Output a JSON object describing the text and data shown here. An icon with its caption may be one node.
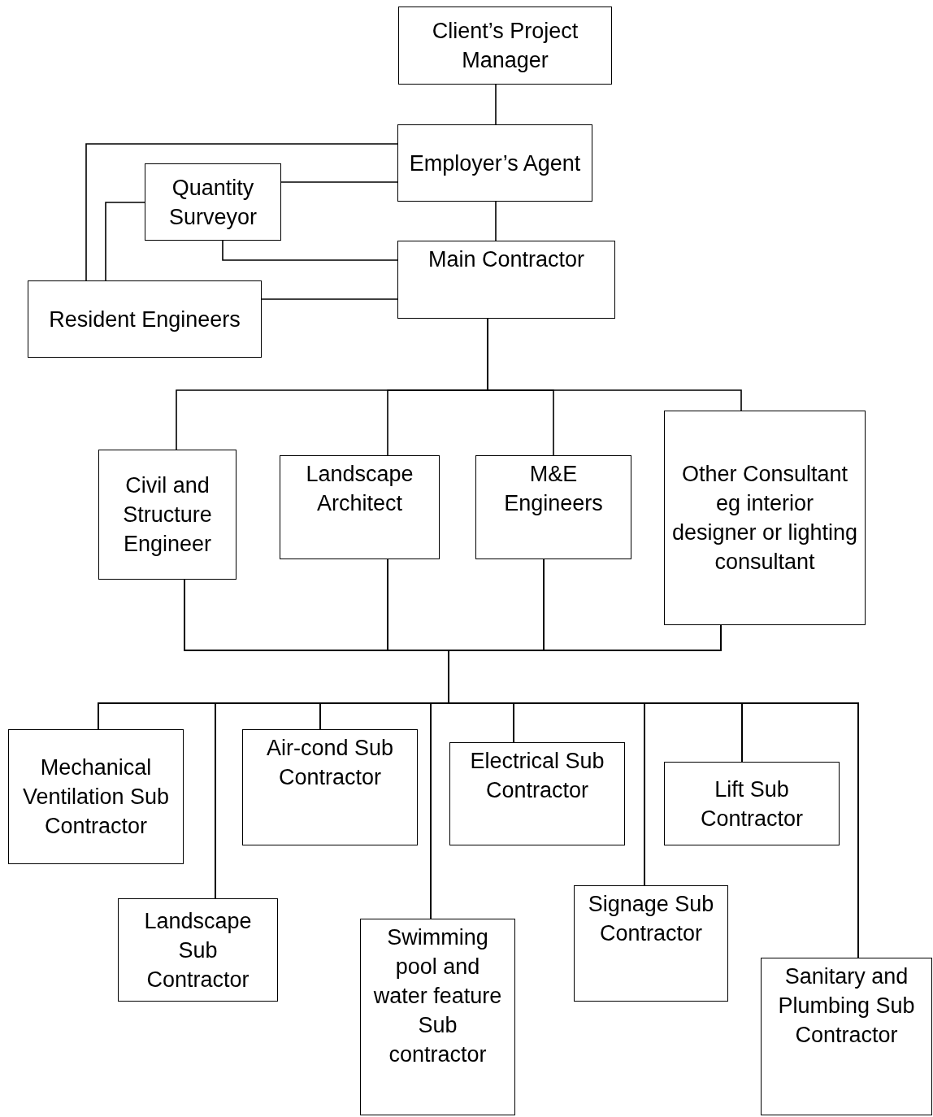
{
  "diagram": {
    "nodes": [
      {
        "text": [
          "Client’s Project Manager"
        ]
      },
      {
        "text": [
          "Employer’s Agent"
        ]
      },
      {
        "text": [
          "Quantity Surveyor"
        ]
      },
      {
        "text": [
          "Main Contractor"
        ]
      },
      {
        "text": [
          "Resident Engineers"
        ]
      },
      {
        "text": [
          "Civil and Structure Engineer"
        ]
      },
      {
        "text": [
          "Landscape Architect"
        ]
      },
      {
        "text": [
          "M&E Engineers"
        ]
      },
      {
        "text": [
          "Other Consultant eg interior designer or lighting consultant"
        ]
      },
      {
        "text": [
          "Mechanical Ventilation Sub Contractor"
        ]
      },
      {
        "text": [
          "Landscape Sub Contractor"
        ]
      },
      {
        "text": [
          "Air-cond Sub Contractor"
        ]
      },
      {
        "text": [
          "Swimming pool and water feature Sub contractor"
        ]
      },
      {
        "text": [
          "Electrical Sub Contractor"
        ]
      },
      {
        "text": [
          "Signage Sub Contractor"
        ]
      },
      {
        "text": [
          "Lift Sub Contractor"
        ]
      },
      {
        "text": [
          "Sanitary and Plumbing Sub Contractor"
        ]
      }
    ],
    "edges": [
      {
        "from": 0,
        "to": 1,
        "arrow": "none"
      },
      {
        "from": 1,
        "to": 3,
        "arrow": "none"
      },
      {
        "from": 2,
        "to": 1,
        "arrow": "none"
      },
      {
        "from": 1,
        "to": 4,
        "arrow": "none"
      },
      {
        "from": 2,
        "to": 4,
        "arrow": "none"
      },
      {
        "from": 2,
        "to": 3,
        "arrow": "none"
      },
      {
        "from": 4,
        "to": 3,
        "arrow": "none"
      },
      {
        "from": 3,
        "to": 5,
        "arrow": "none"
      },
      {
        "from": 3,
        "to": 6,
        "arrow": "none"
      },
      {
        "from": 3,
        "to": 7,
        "arrow": "none"
      },
      {
        "from": 3,
        "to": 8,
        "arrow": "none"
      },
      {
        "from": 5,
        "to": 9,
        "arrow": "none"
      },
      {
        "from": 5,
        "to": 10,
        "arrow": "none"
      },
      {
        "from": 5,
        "to": 11,
        "arrow": "none"
      },
      {
        "from": 5,
        "to": 12,
        "arrow": "none"
      },
      {
        "from": 5,
        "to": 13,
        "arrow": "none"
      },
      {
        "from": 5,
        "to": 14,
        "arrow": "none"
      },
      {
        "from": 5,
        "to": 15,
        "arrow": "none"
      },
      {
        "from": 5,
        "to": 16,
        "arrow": "none"
      },
      {
        "from": 6,
        "to": 9,
        "arrow": "none"
      },
      {
        "from": 6,
        "to": 10,
        "arrow": "none"
      },
      {
        "from": 6,
        "to": 11,
        "arrow": "none"
      },
      {
        "from": 6,
        "to": 12,
        "arrow": "none"
      },
      {
        "from": 6,
        "to": 13,
        "arrow": "none"
      },
      {
        "from": 6,
        "to": 14,
        "arrow": "none"
      },
      {
        "from": 6,
        "to": 15,
        "arrow": "none"
      },
      {
        "from": 6,
        "to": 16,
        "arrow": "none"
      },
      {
        "from": 7,
        "to": 9,
        "arrow": "none"
      },
      {
        "from": 7,
        "to": 10,
        "arrow": "none"
      },
      {
        "from": 7,
        "to": 11,
        "arrow": "none"
      },
      {
        "from": 7,
        "to": 12,
        "arrow": "none"
      },
      {
        "from": 7,
        "to": 13,
        "arrow": "none"
      },
      {
        "from": 7,
        "to": 14,
        "arrow": "none"
      },
      {
        "from": 7,
        "to": 15,
        "arrow": "none"
      },
      {
        "from": 7,
        "to": 16,
        "arrow": "none"
      },
      {
        "from": 8,
        "to": 9,
        "arrow": "none"
      },
      {
        "from": 8,
        "to": 10,
        "arrow": "none"
      },
      {
        "from": 8,
        "to": 11,
        "arrow": "none"
      },
      {
        "from": 8,
        "to": 12,
        "arrow": "none"
      },
      {
        "from": 8,
        "to": 13,
        "arrow": "none"
      },
      {
        "from": 8,
        "to": 14,
        "arrow": "none"
      },
      {
        "from": 8,
        "to": 15,
        "arrow": "none"
      },
      {
        "from": 8,
        "to": 16,
        "arrow": "none"
      }
    ]
  }
}
